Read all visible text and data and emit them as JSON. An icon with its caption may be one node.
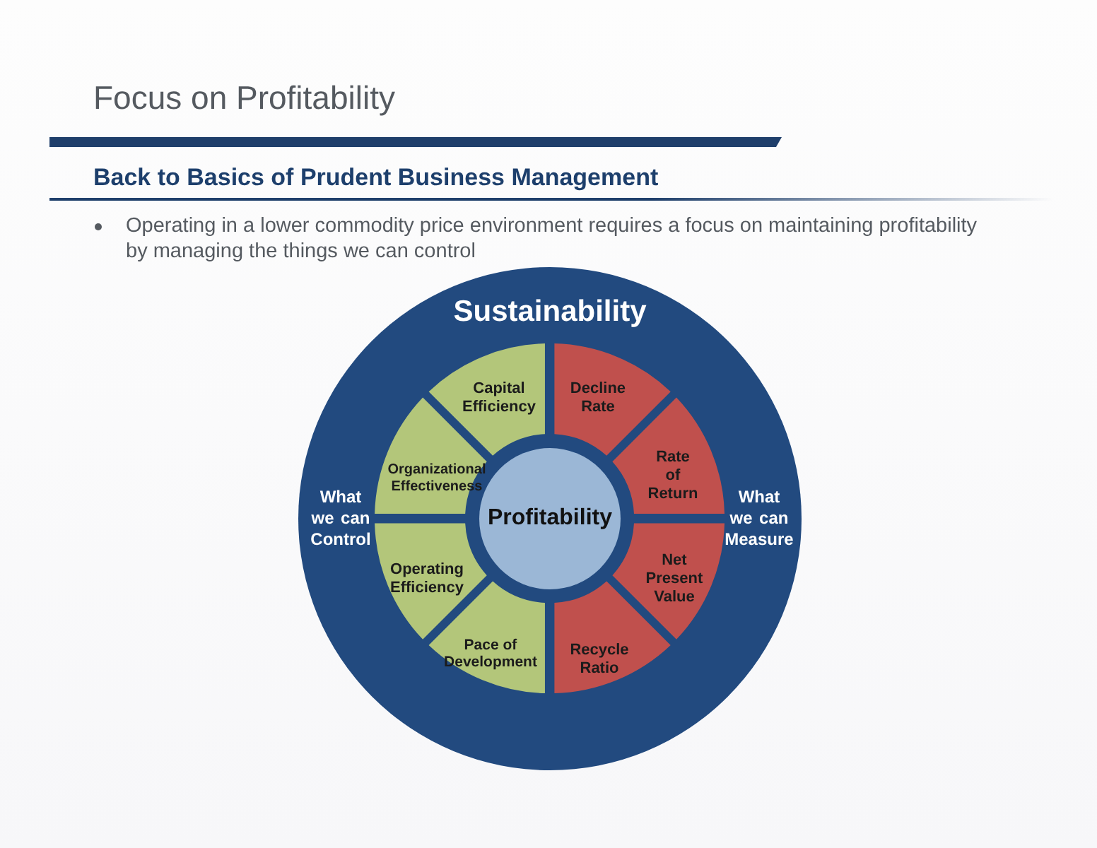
{
  "diagram": {
    "title": "Focus on Profitability",
    "nodes": [
      {
        "text": [
          "Sustainability",
          "What we can Control",
          "What we can Measure"
        ]
      },
      {
        "text": [
          "Decline Rate"
        ],
        "in": 0
      },
      {
        "text": [
          "Rate of Return"
        ],
        "in": 0
      },
      {
        "text": [
          "Net Present Value"
        ],
        "in": 0
      },
      {
        "text": [
          "Recycle Ratio"
        ],
        "in": 0
      },
      {
        "text": [
          "Pace of Development"
        ],
        "in": 0
      },
      {
        "text": [
          "Operating Efficiency"
        ],
        "in": 0
      },
      {
        "text": [
          "Organizational Effectiveness"
        ],
        "in": 0
      },
      {
        "text": [
          "Capital Efficiency"
        ],
        "in": 0
      },
      {
        "text": [
          "Profitability"
        ],
        "in": 0
      }
    ],
    "edges": [],
    "labels": [
      "Back to Basics of Prudent Business Management",
      "Operating in a lower commodity price environment requires a focus on maintaining profitability by managing the things we can control"
    ]
  }
}
